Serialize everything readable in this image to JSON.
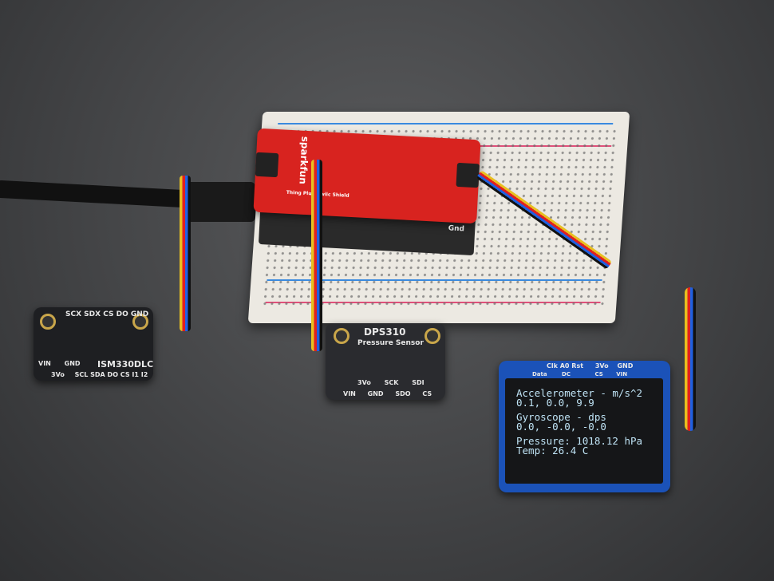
{
  "scene": {
    "breadboard": {
      "label": "breadboard"
    },
    "sparkfun_shield": {
      "brand": "sparkfun",
      "name": "Thing Plus Qwiic Shield",
      "pin_label": "Gnd"
    },
    "imu_board": {
      "chip": "ISM330DLC",
      "top_pins": [
        "SCX",
        "SDX",
        "CS",
        "DO",
        "GND"
      ],
      "bottom_pins": [
        "VIN",
        "3Vo",
        "GND",
        "SCL",
        "SDA",
        "DO",
        "CS",
        "I1",
        "I2"
      ]
    },
    "pressure_board": {
      "title": "DPS310",
      "subtitle": "Pressure Sensor",
      "top_pins": [
        "3Vo",
        "SCK",
        "SDI"
      ],
      "bottom_pins": [
        "VIN",
        "GND",
        "SDO",
        "CS"
      ]
    },
    "oled": {
      "top_pins": [
        "Clk",
        "A0",
        "Rst",
        "3Vo",
        "GND"
      ],
      "lower_pins": [
        "Data",
        "DC",
        "CS",
        "VIN"
      ],
      "lines": [
        "Accelerometer - m/s^2",
        "0.1, 0.0, 9.9",
        "Gyroscope - dps",
        "0.0, -0.0, -0.0",
        "Pressure: 1018.12 hPa",
        "Temp: 26.4 C"
      ]
    }
  },
  "colors": {
    "shield_red": "#d8231f",
    "oled_blue": "#1b52b8",
    "oled_text": "#bfe3f5",
    "background": "#48494b"
  }
}
